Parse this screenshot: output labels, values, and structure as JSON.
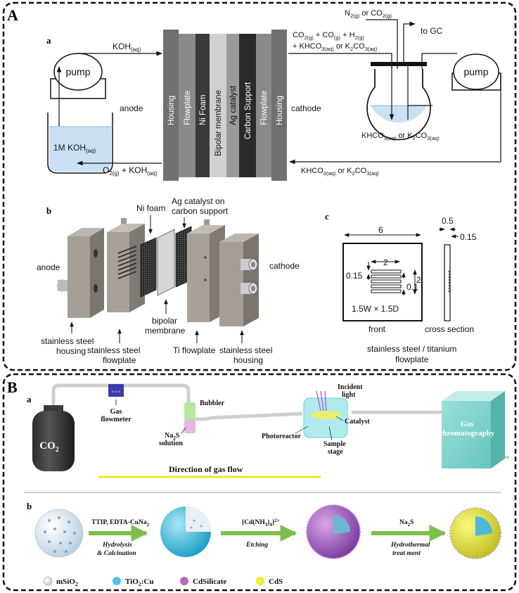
{
  "panelA": {
    "letter": "A",
    "a": {
      "letter": "a",
      "pump_left": "pump",
      "pump_right": "pump",
      "koh_in": "KOH",
      "koh_in_sub": "(aq)",
      "anode": "anode",
      "cathode": "cathode",
      "beaker_label": "1M KOH",
      "beaker_sub": "(aq)",
      "o2_out": "O",
      "stack_layers": [
        "Housing",
        "Flowplate",
        "Ni Foam",
        "Bipolar membrane",
        "Ag catalyst",
        "Carbon Support",
        "Flowplate",
        "Housing"
      ],
      "gas_in": "N",
      "gas_in_mid": " or CO",
      "to_gc": "to GC",
      "products_line1": "CO",
      "products_line2": "+ KHCO",
      "flask_label": "KHCO",
      "return_label": "KHCO"
    },
    "b": {
      "letter": "b",
      "anode": "anode",
      "cathode": "cathode",
      "ni_foam": "Ni foam",
      "ag_catalyst_l1": "Ag catalyst on",
      "ag_catalyst_l2": "carbon support",
      "bipolar_l1": "bipolar",
      "bipolar_l2": "membrane",
      "ss_housing_l1": "stainless steel",
      "ss_housing_l2": "housing",
      "ss_flowplate_l1": "stainless steel",
      "ss_flowplate_l2": "flowplate",
      "ti_flowplate": "Ti flowplate",
      "ss_housing2_l1": "stainless steel",
      "ss_housing2_l2": "housing"
    },
    "c": {
      "letter": "c",
      "dim_6": "6",
      "dim_2_top": "2",
      "dim_015": "0.15",
      "dim_2_side": "2",
      "dim_01": "0.1",
      "dim_05": "0.5",
      "dim_015_right": "0.15",
      "formula": "1.5W × 1.5D",
      "front": "front",
      "cross_section": "cross section",
      "caption_l1": "stainless steel / titanium",
      "caption_l2": "flowplate"
    }
  },
  "panelB": {
    "letter": "B",
    "a": {
      "letter": "a",
      "co2": "CO",
      "co2_sub": "2",
      "gas_flowmeter_l1": "Gas",
      "gas_flowmeter_l2": "flowmeter",
      "bubbler": "Bubbler",
      "na2s_l1": "Na",
      "na2s_l2": "solution",
      "incident_l1": "Incident",
      "incident_l2": "light",
      "catalyst": "Catalyst",
      "photoreactor": "Photoreactor",
      "sample_l1": "Sample",
      "sample_l2": "stage",
      "gc_l1": "Gas",
      "gc_l2": "chromatography",
      "direction": "Direction of gas flow"
    },
    "b": {
      "letter": "b",
      "step1_top": "TTIP, EDTA-CuNa",
      "step1_b1": "Hydrolysis",
      "step1_b2": "& Calcination",
      "step2_top": "[Cd(NH",
      "step2_bottom": "Etching",
      "step3_top": "Na",
      "step3_b1": "Hydrothermal",
      "step3_b2": "treat ment",
      "legend": [
        "mSiO",
        "TiO",
        "CdSilicate",
        "CdS"
      ],
      "legend_colors": [
        "#dde9f2",
        "#55c3e0",
        "#b568c0",
        "#ecec30"
      ]
    }
  }
}
